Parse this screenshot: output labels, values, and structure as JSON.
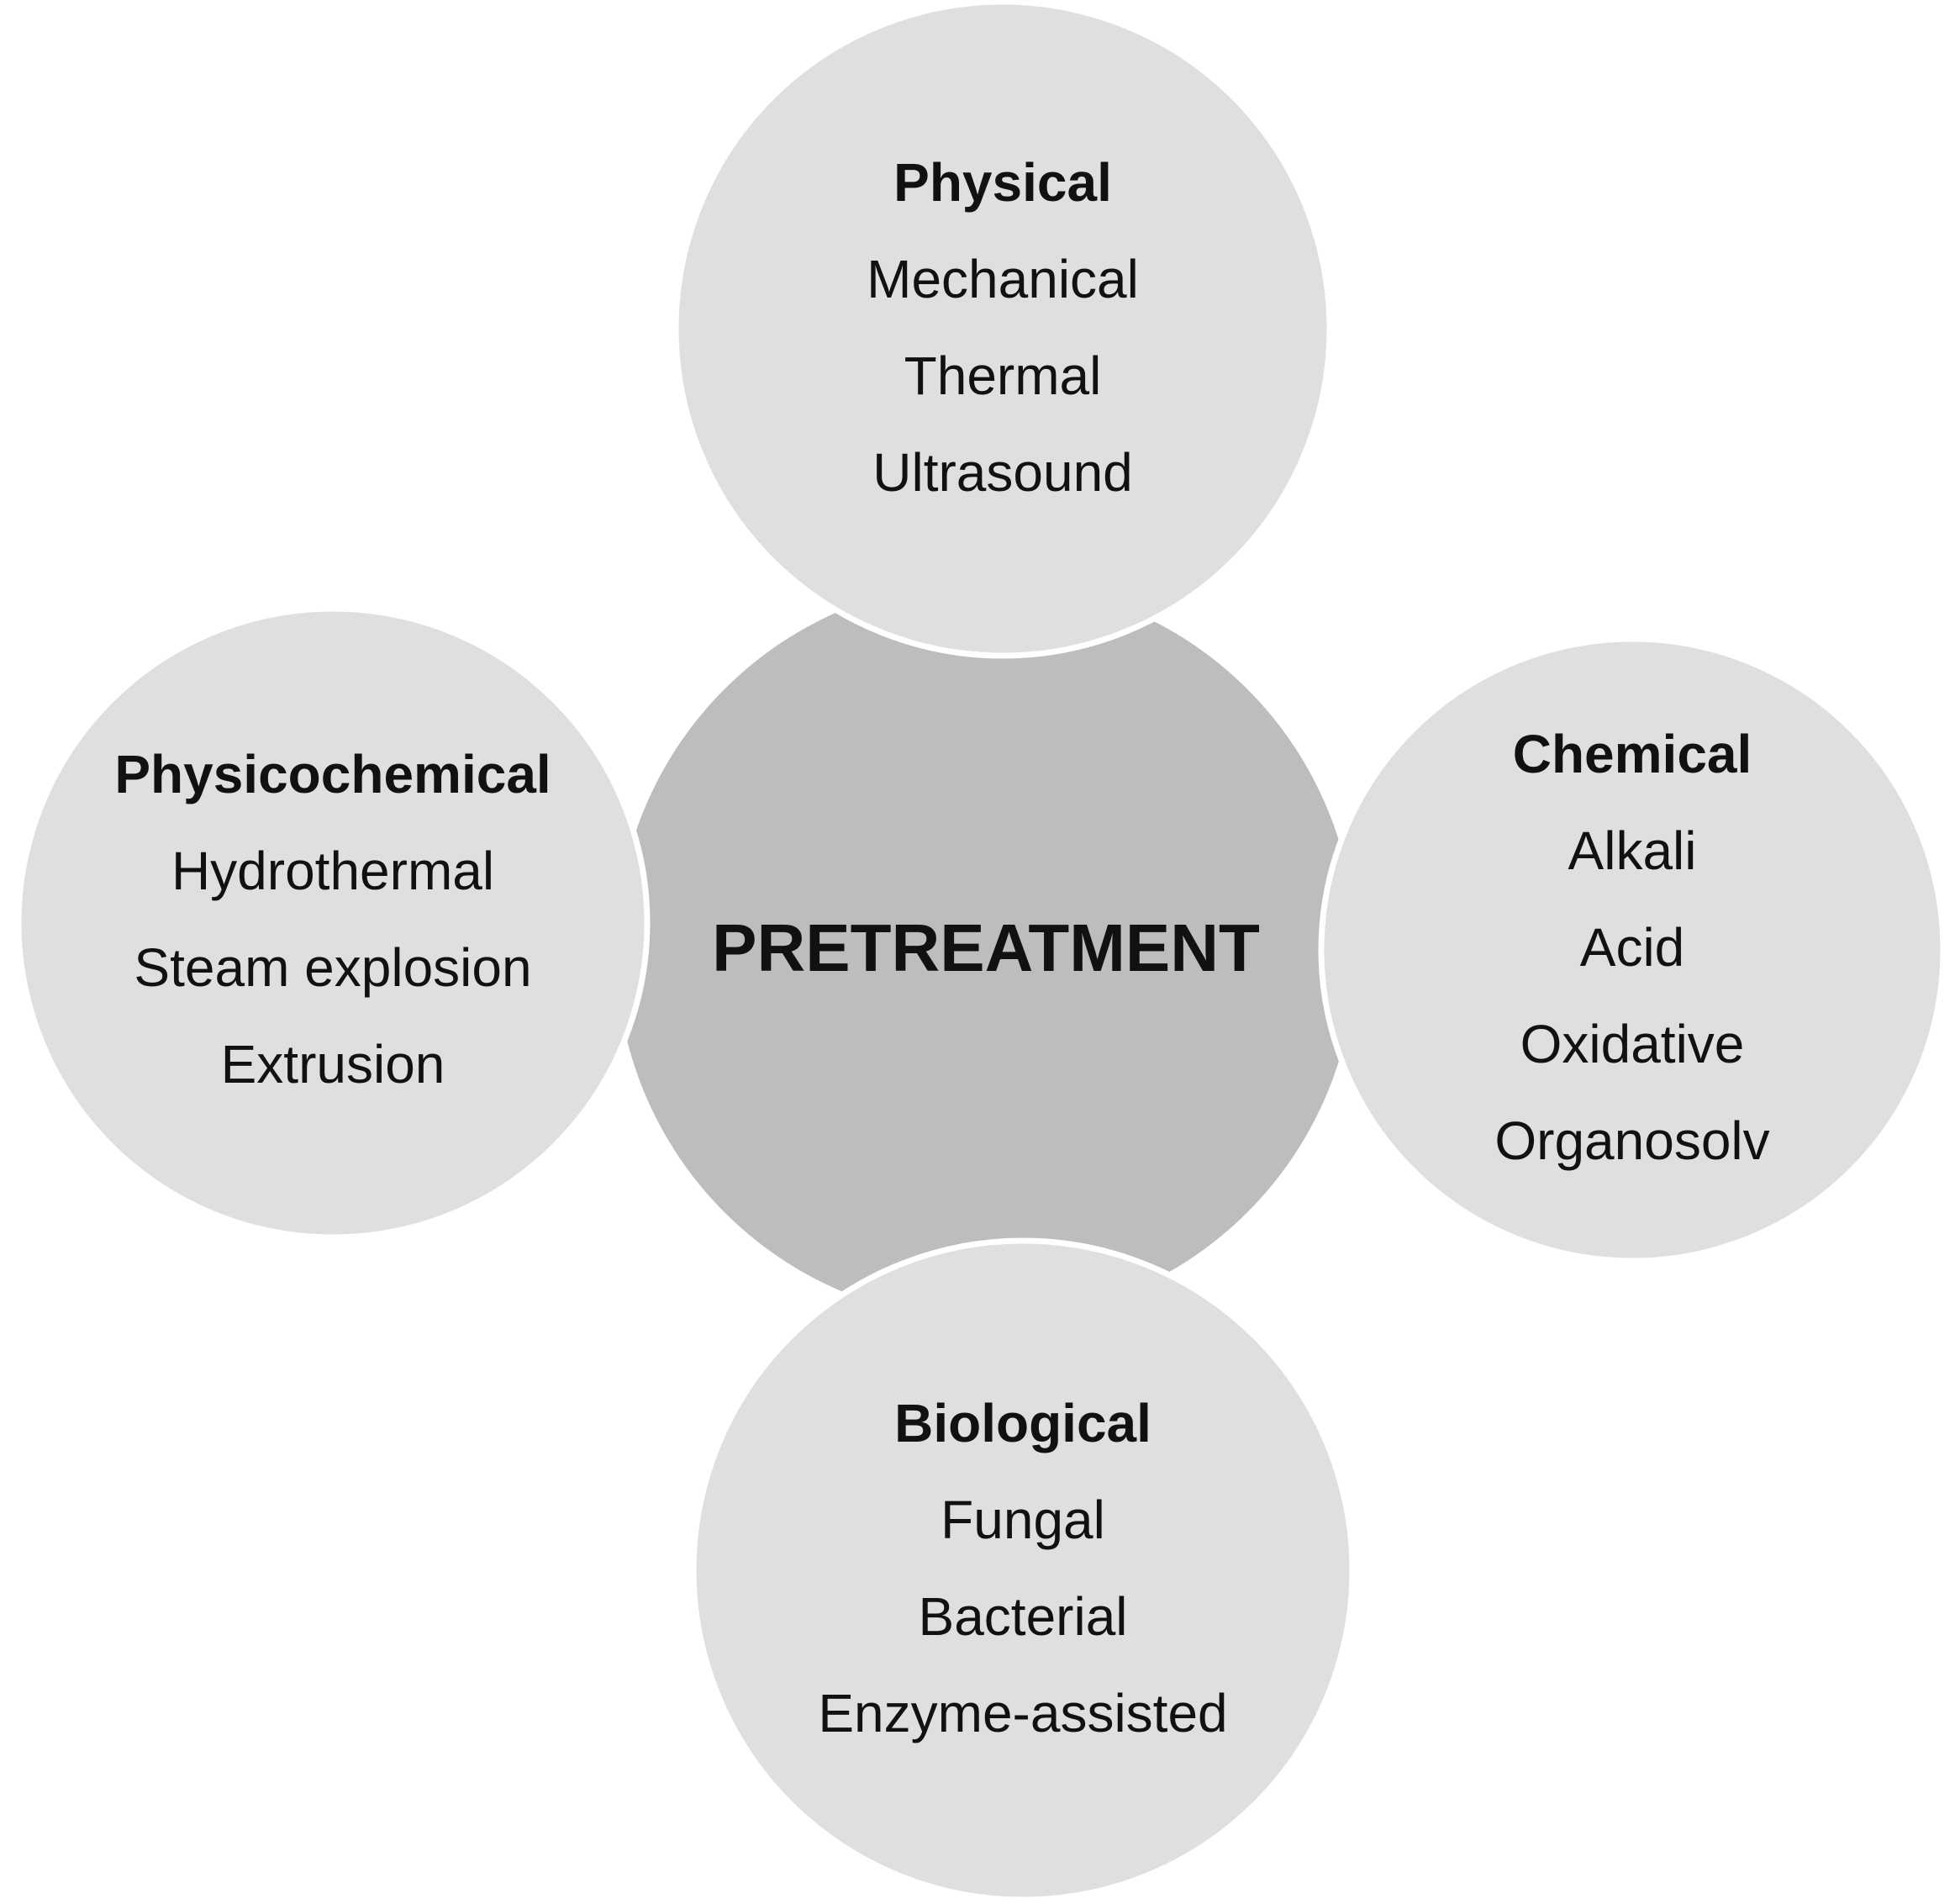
{
  "center": {
    "label": "PRETREATMENT"
  },
  "categories": {
    "physical": {
      "heading": "Physical",
      "items": [
        "Mechanical",
        "Thermal",
        "Ultrasound"
      ]
    },
    "physicochemical": {
      "heading": "Physicochemical",
      "items": [
        "Hydrothermal",
        "Steam explosion",
        "Extrusion"
      ]
    },
    "chemical": {
      "heading": "Chemical",
      "items": [
        "Alkali",
        "Acid",
        "Oxidative",
        "Organosolv"
      ]
    },
    "biological": {
      "heading": "Biological",
      "items": [
        "Fungal",
        "Bacterial",
        "Enzyme-assisted"
      ]
    }
  },
  "colors": {
    "center_fill": "#bdbdbd",
    "outer_fill": "#dfdfdf",
    "outline": "#ffffff",
    "text": "#111111"
  }
}
